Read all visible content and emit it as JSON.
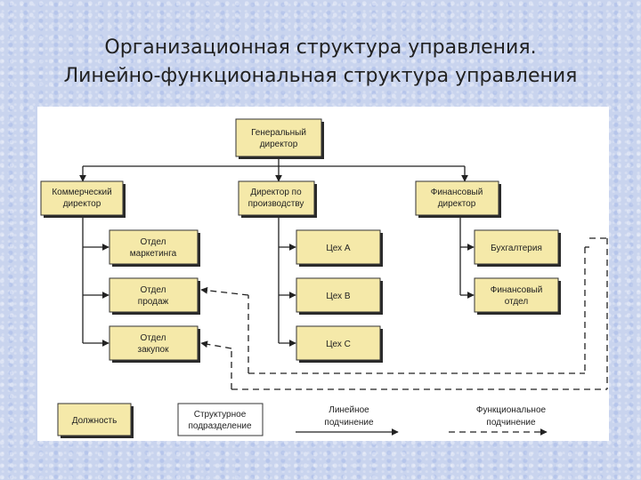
{
  "slide": {
    "title_line1": "Организационная структура управления.",
    "title_line2": "Линейно-функциональная структура управления"
  },
  "boxes": {
    "general": [
      "Генеральный",
      "директор"
    ],
    "commercial": [
      "Коммерческий",
      "директор"
    ],
    "production": [
      "Директор по",
      "производству"
    ],
    "finance": [
      "Финансовый",
      "директор"
    ],
    "marketing": [
      "Отдел",
      "маркетинга"
    ],
    "sales": [
      "Отдел",
      "продаж"
    ],
    "purchasing": [
      "Отдел",
      "закупок"
    ],
    "shop_a": [
      "Цех А"
    ],
    "shop_b": [
      "Цех В"
    ],
    "shop_c": [
      "Цех С"
    ],
    "accounting": [
      "Бухгалтерия"
    ],
    "finance_dept": [
      "Финансовый",
      "отдел"
    ]
  },
  "legend": {
    "position": "Должность",
    "unit": [
      "Структурное",
      "подразделение"
    ],
    "linear": [
      "Линейное",
      "подчинение"
    ],
    "functional": [
      "Функциональное",
      "подчинение"
    ]
  }
}
